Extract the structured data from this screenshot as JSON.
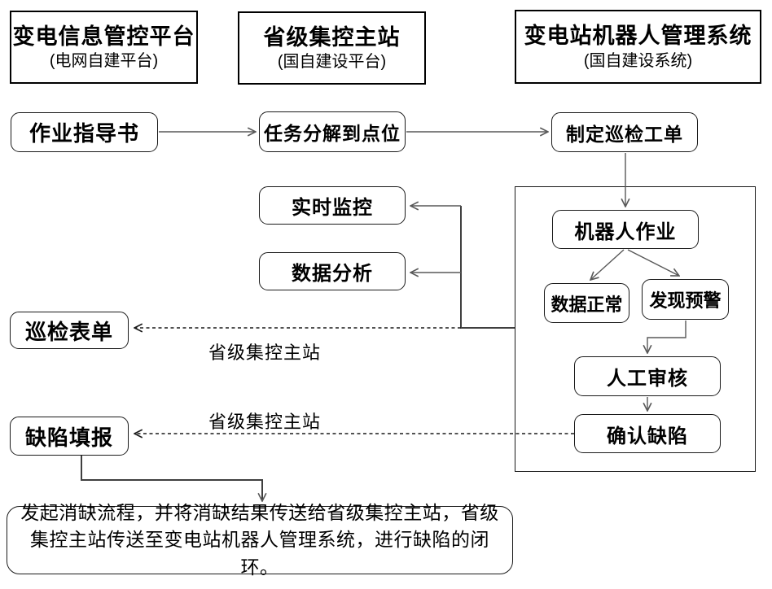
{
  "headers": [
    {
      "title": "变电信息管控平台",
      "subtitle": "(电网自建平台)"
    },
    {
      "title": "省级集控主站",
      "subtitle": "(国自建设平台)"
    },
    {
      "title": "变电站机器人管理系统",
      "subtitle": "(国自建设系统)"
    }
  ],
  "nodes": {
    "work_guide": "作业指导书",
    "task_decompose": "任务分解到点位",
    "create_order": "制定巡检工单",
    "realtime_monitor": "实时监控",
    "data_analysis": "数据分析",
    "inspection_form": "巡检表单",
    "defect_report": "缺陷填报",
    "robot_work": "机器人作业",
    "data_normal": "数据正常",
    "warning_found": "发现预警",
    "manual_review": "人工审核",
    "confirm_defect": "确认缺陷"
  },
  "edge_labels": {
    "inspection": "省级集控主站",
    "defect": "省级集控主站"
  },
  "bottom_note": "发起消缺流程，并将消缺结果传送给省级集控主站，省级集控主站传送至变电站机器人管理系统，进行缺陷的闭环。",
  "colors": {
    "border": "#000000",
    "nodeborder": "#1a1a1a",
    "connector": "#595959",
    "dashed": "#1a1a1a",
    "background": "#ffffff"
  }
}
